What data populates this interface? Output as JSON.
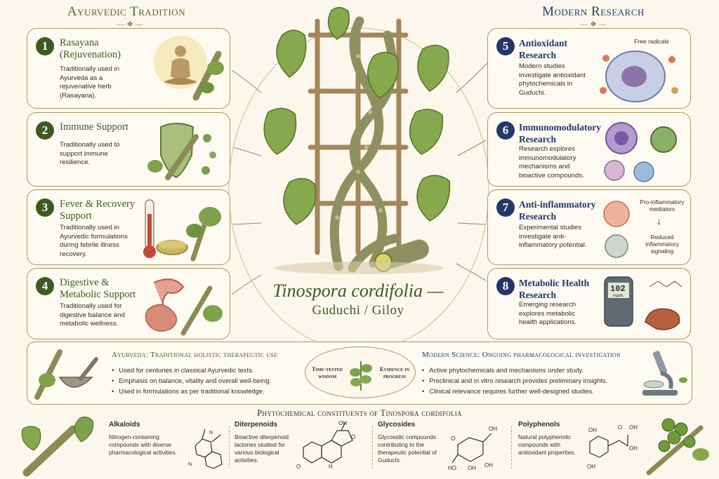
{
  "left_section": {
    "title": "Ayurvedic Tradition",
    "cards": [
      {
        "num": "1",
        "title": "Rasayana (Rejuvenation)",
        "desc": "Traditionally used in Ayurveda as a rejuvenative herb (Rasayana)."
      },
      {
        "num": "2",
        "title": "Immune Support",
        "desc": "Traditionally used to support immune resilience."
      },
      {
        "num": "3",
        "title": "Fever & Recovery Support",
        "desc": "Traditionally used in Ayurvedic formulations during febrile illness recovery."
      },
      {
        "num": "4",
        "title": "Digestive & Metabolic Support",
        "desc": "Traditionally used for digestive balance and metabolic wellness."
      }
    ]
  },
  "right_section": {
    "title": "Modern Research",
    "cards": [
      {
        "num": "5",
        "title": "Antioxidant Research",
        "desc": "Modern studies investigate antioxidant phytochemicals in Guduchi.",
        "art_label": "Free radicals"
      },
      {
        "num": "6",
        "title": "Immunomodulatory Research",
        "desc": "Research explores immunomodulatory mechanisms and bioactive compounds."
      },
      {
        "num": "7",
        "title": "Anti-inflammatory Research",
        "desc": "Experimental studies investigate anti-inflammatory potential.",
        "art_label_top": "Pro-inflammatory mediators",
        "art_label_bottom": "Reduced inflammatory signaling"
      },
      {
        "num": "8",
        "title": "Metabolic Health Research",
        "desc": "Emerging research explores metabolic health applications.",
        "meter_reading": "102",
        "meter_unit": "mg/dL"
      }
    ]
  },
  "center": {
    "title": "Tinospora cordifolia —",
    "subtitle": "Guduchi / Giloy"
  },
  "summary": {
    "left_heading": "Ayurveda: Traditional holistic therapeutic use",
    "left_points": [
      "Used for centuries in classical Ayurvedic texts.",
      "Emphasis on balance, vitality and overall well-being.",
      "Used in formulations as per traditional knowledge."
    ],
    "oval_left": "Time-tested wisdom",
    "oval_right": "Evidence in progress",
    "right_heading": "Modern Science: Ongoing pharmacological investigation",
    "right_points": [
      "Active phytochemicals and mechanisms under study.",
      "Preclinical and in vitro research provides preliminary insights.",
      "Clinical relevance requires further well-designed studies."
    ]
  },
  "phytochemicals": {
    "title": "Phytochemical constituents of Tinospora cordifolia",
    "items": [
      {
        "name": "Alkaloids",
        "desc": "Nitrogen-containing compounds with diverse pharmacological activities."
      },
      {
        "name": "Diterpenoids",
        "desc": "Bioactive diterpenoid lactones studied for various biological activities."
      },
      {
        "name": "Glycosides",
        "desc": "Glycosidic compounds contributing to the therapeutic potential of Guduchi."
      },
      {
        "name": "Polyphenols",
        "desc": "Natural polyphenolic compounds with antioxidant properties."
      }
    ]
  },
  "colors": {
    "tradition": "#3e5a23",
    "research": "#24376a",
    "border": "#a59a62",
    "background": "#fbf7ec",
    "leaf": "#7ea24a"
  }
}
